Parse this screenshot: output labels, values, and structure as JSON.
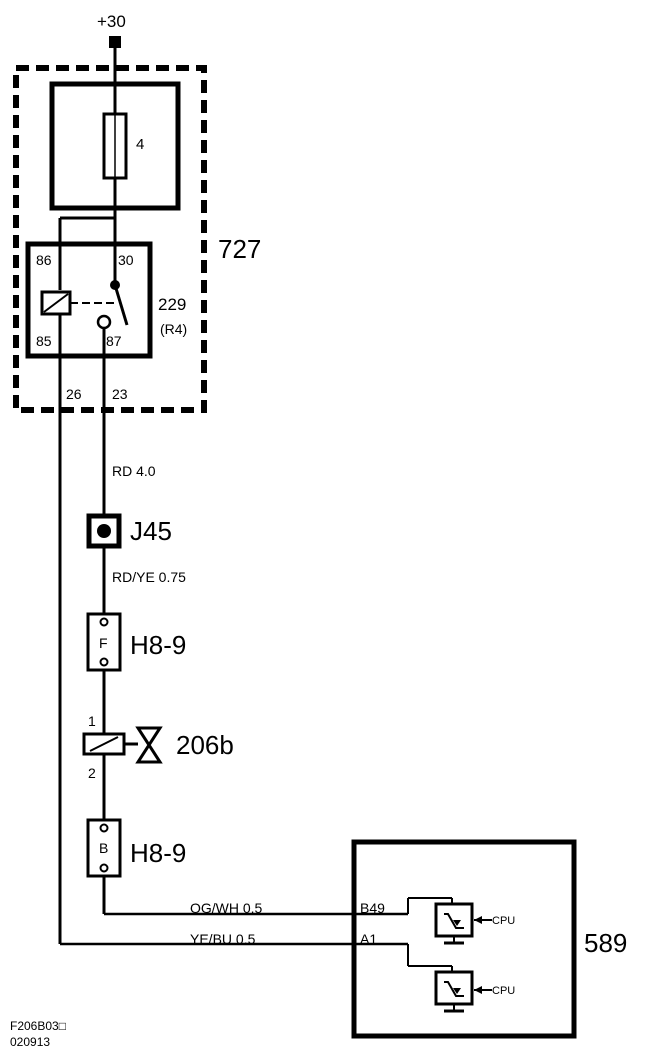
{
  "supply": {
    "label": "+30"
  },
  "fuse_box": {
    "id": "727",
    "fuse_label": "4"
  },
  "relay": {
    "id": "229",
    "sub_label": "(R4)",
    "pins": {
      "p86": "86",
      "p30": "30",
      "p85": "85",
      "p87": "87"
    }
  },
  "box_terminals": {
    "left": "26",
    "right": "23"
  },
  "wires": {
    "w1": "RD   4.0",
    "w2": "RD/YE  0.75",
    "w3": "OG/WH  0.5",
    "w4": "YE/BU   0.5"
  },
  "junction": {
    "id": "J45"
  },
  "connector_top": {
    "pin": "F",
    "id": "H8-9"
  },
  "solenoid": {
    "id": "206b",
    "pin_top": "1",
    "pin_bottom": "2"
  },
  "connector_bottom": {
    "pin": "B",
    "id": "H8-9"
  },
  "ecu": {
    "id": "589",
    "pin_b49": "B49",
    "pin_a1": "A1",
    "cpu_top": "CPU",
    "cpu_bottom": "CPU"
  },
  "footer": {
    "code": "F206B03□",
    "date": "020913"
  }
}
